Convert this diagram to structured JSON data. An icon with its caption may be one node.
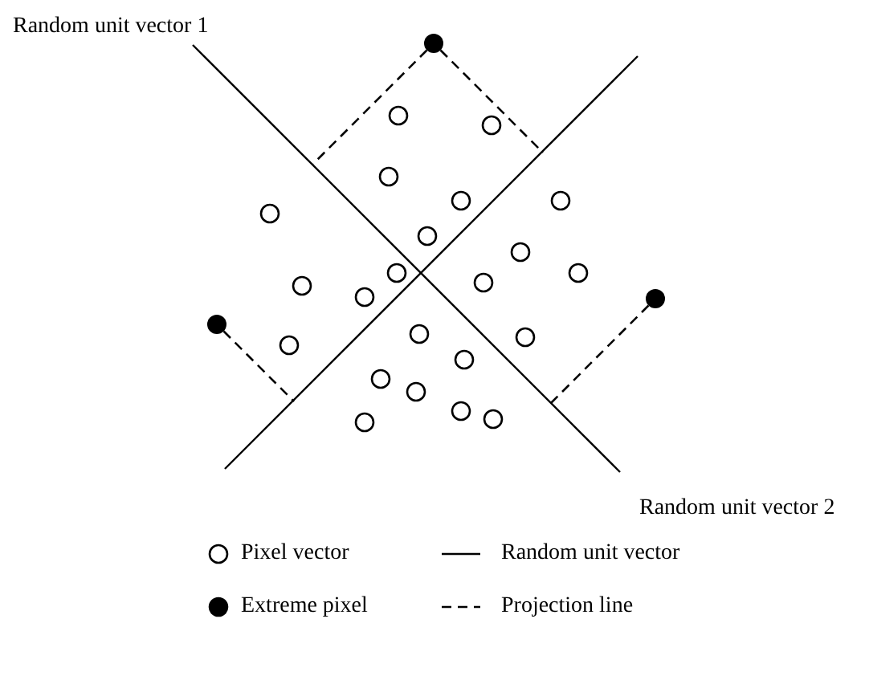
{
  "diagram": {
    "nodes": [
      {
        "text": [],
        "shape": "circle"
      },
      {
        "text": [],
        "shape": "circle"
      },
      {
        "text": [],
        "shape": "circle"
      }
    ],
    "edges": [
      {
        "from": 0,
        "to": null,
        "arrow": "none",
        "style": "dashed"
      },
      {
        "from": 1,
        "to": null,
        "arrow": "none",
        "style": "dashed"
      },
      {
        "from": 1,
        "to": null,
        "arrow": "none",
        "style": "dashed"
      },
      {
        "from": 2,
        "to": null,
        "arrow": "none",
        "style": "dashed"
      }
    ],
    "labels": [
      "Random unit vector 1",
      "Random unit vector 2"
    ],
    "legend": [
      {
        "text": "Pixel vector"
      },
      {
        "text": "Random unit vector"
      },
      {
        "text": "Extreme pixel"
      },
      {
        "text": "Projection line"
      }
    ]
  }
}
